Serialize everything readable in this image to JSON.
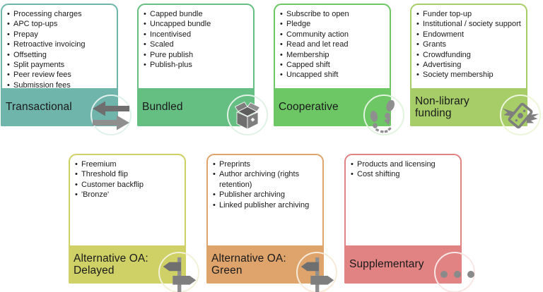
{
  "diagram": {
    "icon_colors": {
      "dark": "#6F6F6F",
      "mid": "#7E7E7E",
      "light": "#8F8F8F"
    },
    "cards": [
      {
        "id": "transactional",
        "title": "Transactional",
        "icon": "transfer-arrows-icon",
        "color": "#70B5AC",
        "ring_color": "#E0F0ED",
        "items": [
          "Processing charges",
          "APC top-ups",
          "Prepay",
          "Retroactive invoicing",
          "Offsetting",
          "Split payments",
          "Peer review fees",
          "Submission fees"
        ]
      },
      {
        "id": "bundled",
        "title": "Bundled",
        "icon": "package-box-icon",
        "color": "#65BE82",
        "ring_color": "#E0F2E6",
        "items": [
          "Capped bundle",
          "Uncapped bundle",
          "Incentivised",
          "Scaled",
          "Pure publish",
          "Publish-plus"
        ]
      },
      {
        "id": "cooperative",
        "title": "Cooperative",
        "icon": "footprints-icon",
        "color": "#6CC764",
        "ring_color": "#E1F4DE",
        "items": [
          "Subscribe to open",
          "Pledge",
          "Community action",
          "Read and let read",
          "Membership",
          "Capped shift",
          "Uncapped shift"
        ]
      },
      {
        "id": "non-library-funding",
        "title": "Non-library funding",
        "icon": "winged-money-icon",
        "color": "#A7CD69",
        "ring_color": "#EDF5DB",
        "items": [
          "Funder top-up",
          "Institutional / society support",
          "Endowment",
          "Grants",
          "Crowdfunding",
          "Advertising",
          "Society membership"
        ]
      },
      {
        "id": "alternative-oa-delayed",
        "title": "Alternative OA: Delayed",
        "icon": "signpost-icon",
        "color": "#CFD166",
        "ring_color": "#F2F1D8",
        "items": [
          "Freemium",
          "Threshold flip",
          "Customer backflip",
          "'Bronze'"
        ]
      },
      {
        "id": "alternative-oa-green",
        "title": "Alternative OA: Green",
        "icon": "signpost-icon",
        "color": "#DFA46C",
        "ring_color": "#F7EAD9",
        "items": [
          "Preprints",
          "Author archiving (rights retention)",
          "Publisher archiving",
          "Linked publisher archiving"
        ]
      },
      {
        "id": "supplementary",
        "title": "Supplementary",
        "icon": "ellipsis-icon",
        "color": "#E18283",
        "ring_color": "#F9E6E4",
        "items": [
          "Products and licensing",
          "Cost shifting"
        ]
      }
    ]
  }
}
